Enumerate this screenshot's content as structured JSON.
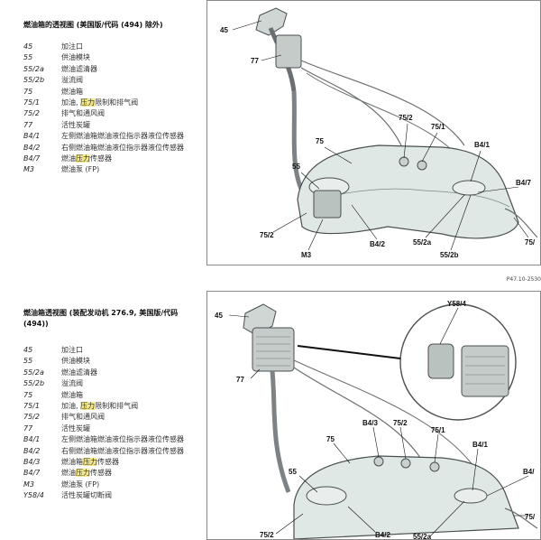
{
  "section1": {
    "title": "燃油箱的透视图 (美国版/代码 (494) 除外)",
    "legend": [
      {
        "code": "45",
        "pre": "加注口",
        "hl": "",
        "post": ""
      },
      {
        "code": "55",
        "pre": "供油模块",
        "hl": "",
        "post": ""
      },
      {
        "code": "55/2a",
        "pre": "燃油滤清器",
        "hl": "",
        "post": ""
      },
      {
        "code": "55/2b",
        "pre": "溢流阀",
        "hl": "",
        "post": ""
      },
      {
        "code": "75",
        "pre": "燃油箱",
        "hl": "",
        "post": ""
      },
      {
        "code": "75/1",
        "pre": "加油, ",
        "hl": "压力",
        "post": "限制和排气阀"
      },
      {
        "code": "75/2",
        "pre": "排气和通风阀",
        "hl": "",
        "post": ""
      },
      {
        "code": "77",
        "pre": "活性炭罐",
        "hl": "",
        "post": ""
      },
      {
        "code": "B4/1",
        "pre": "左侧燃油箱燃油液位指示器液位传感器",
        "hl": "",
        "post": ""
      },
      {
        "code": "B4/2",
        "pre": "右侧燃油箱燃油液位指示器液位传感器",
        "hl": "",
        "post": ""
      },
      {
        "code": "B4/7",
        "pre": "燃油",
        "hl": "压力",
        "post": "传感器"
      },
      {
        "code": "M3",
        "pre": "燃油泵 (FP)",
        "hl": "",
        "post": ""
      }
    ],
    "callouts": [
      "45",
      "77",
      "75/2",
      "75/1",
      "75",
      "B4/1",
      "55",
      "B4/7",
      "75/2",
      "M3",
      "B4/2",
      "55/2a",
      "55/2b",
      "75/"
    ],
    "figure_ref": "P47.10-2530"
  },
  "section2": {
    "title": "燃油箱透视图 (装配发动机 276.9, 美国版/代码 (494))",
    "legend": [
      {
        "code": "45",
        "pre": "加注口",
        "hl": "",
        "post": ""
      },
      {
        "code": "55",
        "pre": "供油模块",
        "hl": "",
        "post": ""
      },
      {
        "code": "55/2a",
        "pre": "燃油滤清器",
        "hl": "",
        "post": ""
      },
      {
        "code": "55/2b",
        "pre": "溢流阀",
        "hl": "",
        "post": ""
      },
      {
        "code": "75",
        "pre": "燃油箱",
        "hl": "",
        "post": ""
      },
      {
        "code": "75/1",
        "pre": "加油, ",
        "hl": "压力",
        "post": "限制和排气阀"
      },
      {
        "code": "75/2",
        "pre": "排气和通风阀",
        "hl": "",
        "post": ""
      },
      {
        "code": "77",
        "pre": "活性炭罐",
        "hl": "",
        "post": ""
      },
      {
        "code": "B4/1",
        "pre": "左侧燃油箱燃油液位指示器液位传感器",
        "hl": "",
        "post": ""
      },
      {
        "code": "B4/2",
        "pre": "右侧燃油箱燃油液位指示器液位传感器",
        "hl": "",
        "post": ""
      },
      {
        "code": "B4/3",
        "pre": "燃油箱",
        "hl": "压力",
        "post": "传感器"
      },
      {
        "code": "B4/7",
        "pre": "燃油",
        "hl": "压力",
        "post": "传感器"
      },
      {
        "code": "M3",
        "pre": "燃油泵 (FP)",
        "hl": "",
        "post": ""
      },
      {
        "code": "Y58/4",
        "pre": "活性炭罐切断阀",
        "hl": "",
        "post": ""
      }
    ],
    "callouts": [
      "45",
      "Y58/4",
      "77",
      "B4/3",
      "75/2",
      "75/1",
      "75",
      "B4/1",
      "55",
      "B4/",
      "75/2",
      "B4/2",
      "55/2a",
      "75/"
    ]
  },
  "colors": {
    "tank_fill": "#dfe8e4",
    "tank_stroke": "#4a4f52",
    "pipe": "#6b6f72",
    "highlight": "#f3e88a",
    "frame": "#8a8a8a"
  }
}
